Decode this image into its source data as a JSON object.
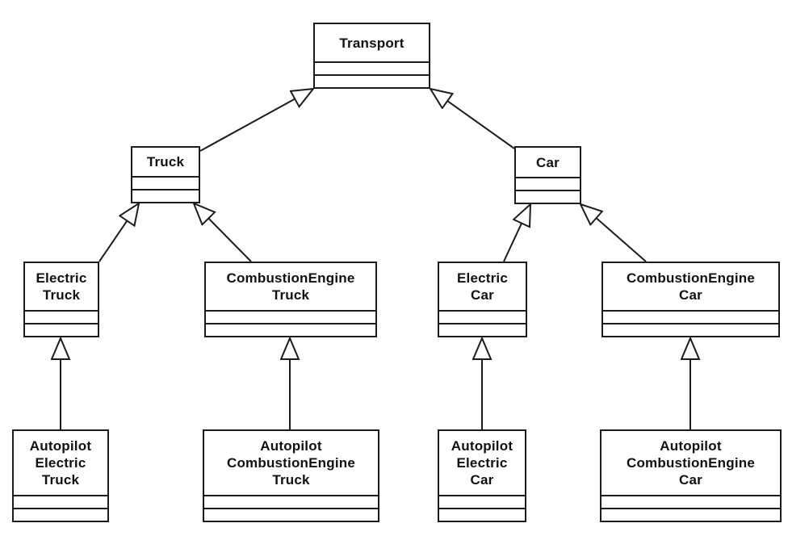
{
  "diagram": {
    "kind": "uml-class-diagram",
    "colors": {
      "background": "#ffffff",
      "stroke": "#1c1c1c",
      "text": "#111111",
      "node_fill": "#ffffff"
    },
    "classes": [
      {
        "name": "Transport",
        "label": "Transport",
        "attributes": [],
        "methods": []
      },
      {
        "name": "Truck",
        "label": "Truck",
        "attributes": [],
        "methods": []
      },
      {
        "name": "Car",
        "label": "Car",
        "attributes": [],
        "methods": []
      },
      {
        "name": "ElectricTruck",
        "label": "Electric\nTruck",
        "attributes": [],
        "methods": []
      },
      {
        "name": "CombustionEngineTruck",
        "label": "CombustionEngine\nTruck",
        "attributes": [],
        "methods": []
      },
      {
        "name": "ElectricCar",
        "label": "Electric\nCar",
        "attributes": [],
        "methods": []
      },
      {
        "name": "CombustionEngineCar",
        "label": "CombustionEngine\nCar",
        "attributes": [],
        "methods": []
      },
      {
        "name": "AutopilotElectricTruck",
        "label": "Autopilot\nElectric\nTruck",
        "attributes": [],
        "methods": []
      },
      {
        "name": "AutopilotCombustionEngineTruck",
        "label": "Autopilot\nCombustionEngine\nTruck",
        "attributes": [],
        "methods": []
      },
      {
        "name": "AutopilotElectricCar",
        "label": "Autopilot\nElectric\nCar",
        "attributes": [],
        "methods": []
      },
      {
        "name": "AutopilotCombustionEngineCar",
        "label": "Autopilot\nCombustionEngine\nCar",
        "attributes": [],
        "methods": []
      }
    ],
    "relations": [
      {
        "from": "Truck",
        "to": "Transport",
        "type": "generalization"
      },
      {
        "from": "Car",
        "to": "Transport",
        "type": "generalization"
      },
      {
        "from": "ElectricTruck",
        "to": "Truck",
        "type": "generalization"
      },
      {
        "from": "CombustionEngineTruck",
        "to": "Truck",
        "type": "generalization"
      },
      {
        "from": "ElectricCar",
        "to": "Car",
        "type": "generalization"
      },
      {
        "from": "CombustionEngineCar",
        "to": "Car",
        "type": "generalization"
      },
      {
        "from": "AutopilotElectricTruck",
        "to": "ElectricTruck",
        "type": "generalization"
      },
      {
        "from": "AutopilotCombustionEngineTruck",
        "to": "CombustionEngineTruck",
        "type": "generalization"
      },
      {
        "from": "AutopilotElectricCar",
        "to": "ElectricCar",
        "type": "generalization"
      },
      {
        "from": "AutopilotCombustionEngineCar",
        "to": "CombustionEngineCar",
        "type": "generalization"
      }
    ]
  }
}
